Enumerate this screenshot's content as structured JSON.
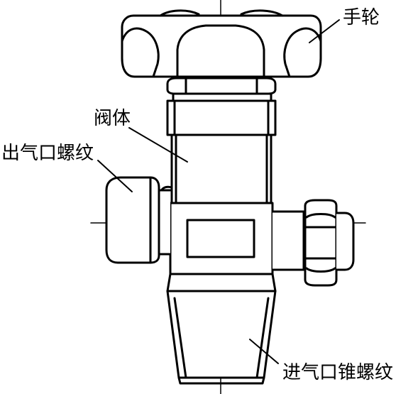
{
  "labels": {
    "handwheel": "手轮",
    "valve_body": "阀体",
    "outlet_thread": "出气口螺纹",
    "inlet_thread": "进气口锥螺纹"
  },
  "colors": {
    "line": "#000000",
    "background": "#ffffff"
  }
}
